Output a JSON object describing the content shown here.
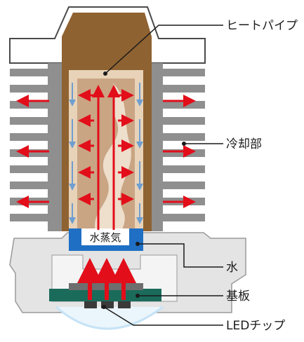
{
  "labels": {
    "heat_pipe": "ヒートパイプ",
    "cooling": "冷却部",
    "water": "水",
    "substrate": "基板",
    "led_chip": "LEDチップ",
    "vapor": "水蒸気"
  },
  "colors": {
    "pipe_brown": "#8f6231",
    "pipe_inner": "#e8d3b8",
    "fin_gray": "#8f8f8f",
    "water_blue": "#1f6fc4",
    "arrow_red": "#e20e1a",
    "flow_blue": "#6f9ed0",
    "substrate_green": "#1b6b5b",
    "chip_dark": "#3a3a3a",
    "base_gray": "#e4e4e4",
    "lens_blue": "#c6e3f6"
  }
}
